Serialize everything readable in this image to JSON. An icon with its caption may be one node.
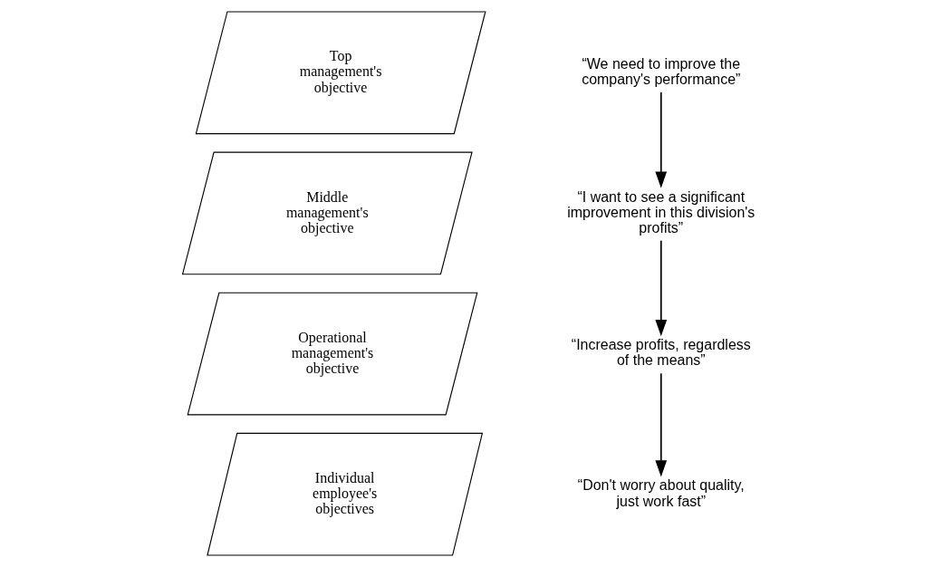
{
  "diagram": {
    "nodes": [
      {
        "text": [
          "Top management's objective"
        ]
      },
      {
        "text": [
          "Middle management's objective"
        ]
      },
      {
        "text": [
          "Operational management's objective"
        ]
      },
      {
        "text": [
          "Individual employee's objectives"
        ]
      },
      {
        "text": [
          "“We need to improve the company's performance”"
        ]
      },
      {
        "text": [
          "“I want to see a significant improvement in this division's profits”"
        ]
      },
      {
        "text": [
          "“Increase profits, regardless of the means”"
        ]
      },
      {
        "text": [
          "“Don't worry about quality, just work fast”"
        ]
      }
    ],
    "edges": [
      {
        "from": 4,
        "to": 5,
        "arrow": "to"
      },
      {
        "from": 5,
        "to": 6,
        "arrow": "to"
      },
      {
        "from": 6,
        "to": 7,
        "arrow": "to"
      }
    ]
  }
}
